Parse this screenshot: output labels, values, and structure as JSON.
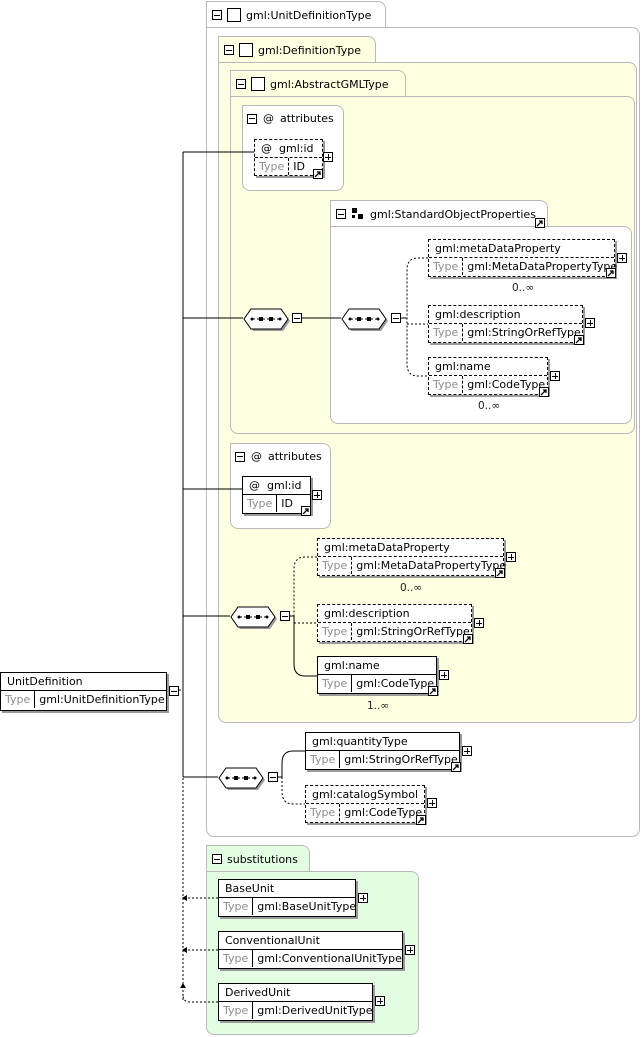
{
  "root": {
    "name": "UnitDefinition",
    "type_label": "Type",
    "type_value": "gml:UnitDefinitionType"
  },
  "unit_definition_type": {
    "title": "gml:UnitDefinitionType"
  },
  "definition_type": {
    "title": "gml:DefinitionType"
  },
  "abstract_gml_type": {
    "title": "gml:AbstractGMLType"
  },
  "abstract_attributes": {
    "title": "attributes",
    "at": "@",
    "id_name": "gml:id",
    "type_label": "Type",
    "id_type": "ID"
  },
  "standard_object_properties": {
    "title": "gml:StandardObjectProperties"
  },
  "sop_elements": [
    {
      "name": "gml:metaDataProperty",
      "type_label": "Type",
      "type": "gml:MetaDataPropertyType",
      "cardinality": "0..∞"
    },
    {
      "name": "gml:description",
      "type_label": "Type",
      "type": "gml:StringOrRefType"
    },
    {
      "name": "gml:name",
      "type_label": "Type",
      "type": "gml:CodeType",
      "cardinality": "0..∞"
    }
  ],
  "definition_attributes": {
    "title": "attributes",
    "at": "@",
    "id_name": "gml:id",
    "type_label": "Type",
    "id_type": "ID"
  },
  "definition_elements": [
    {
      "name": "gml:metaDataProperty",
      "type_label": "Type",
      "type": "gml:MetaDataPropertyType",
      "cardinality": "0..∞"
    },
    {
      "name": "gml:description",
      "type_label": "Type",
      "type": "gml:StringOrRefType"
    },
    {
      "name": "gml:name",
      "type_label": "Type",
      "type": "gml:CodeType",
      "cardinality": "1..∞"
    }
  ],
  "unit_elements": [
    {
      "name": "gml:quantityType",
      "type_label": "Type",
      "type": "gml:StringOrRefType"
    },
    {
      "name": "gml:catalogSymbol",
      "type_label": "Type",
      "type": "gml:CodeType"
    }
  ],
  "substitutions": {
    "title": "substitutions",
    "items": [
      {
        "name": "BaseUnit",
        "type_label": "Type",
        "type": "gml:BaseUnitType"
      },
      {
        "name": "ConventionalUnit",
        "type_label": "Type",
        "type": "gml:ConventionalUnitType"
      },
      {
        "name": "DerivedUnit",
        "type_label": "Type",
        "type": "gml:DerivedUnitType"
      }
    ]
  }
}
